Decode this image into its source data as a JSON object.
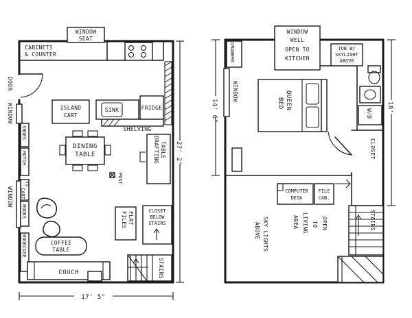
{
  "ground_floor": {
    "window_seat": [
      "WINDOW",
      "SEAT"
    ],
    "cabinets": [
      "CABINETS",
      "& COUNTER"
    ],
    "door": "DOOR",
    "window_left_upper": "WINDOW",
    "shoes": "SHOES",
    "hutch": "HUTCH",
    "tv_cart": [
      "TV",
      "CART"
    ],
    "books": "BOOKS",
    "window_left_lower": "WINDOW",
    "bookcase": "BOOKCASE",
    "island_cart": [
      "ISLAND",
      "CART"
    ],
    "sink": "SINK",
    "fridge": "FRIDGE",
    "shelving": "SHELVING",
    "dining_table": [
      "DINING",
      "TABLE"
    ],
    "drafting_table": [
      "DRAFTING",
      "TABLE"
    ],
    "post": "POST",
    "flat_files": [
      "FLAT",
      "FILES"
    ],
    "closet_below_stairs": [
      "CLOSET",
      "BELOW",
      "STAIRS"
    ],
    "coffee_table": [
      "COFFEE",
      "TABLE"
    ],
    "couch": "COUCH",
    "stairs": "STAIRS",
    "dim_height": "27' 2\"",
    "dim_width": "17' 5\""
  },
  "upper_floor": {
    "window_well": [
      "WINDOW",
      "WELL",
      "OPEN TO",
      "KITCHEN"
    ],
    "drawers": "DRAWERS",
    "tub": [
      "TUB W/",
      "SKYLIGHT",
      "ABOVE"
    ],
    "window": "WINDOW",
    "queen_bed": [
      "QUEEN",
      "BED"
    ],
    "wd": "W/D",
    "closet": "CLOSET",
    "computer_desk": [
      "COMPUTER",
      "DESK"
    ],
    "file_cab": [
      "FILE",
      "CAB."
    ],
    "sky_lights": [
      "SKY LIGHTS",
      "ABOVE"
    ],
    "open_area": [
      "OPEN",
      "TO",
      "LIVING",
      "AREA"
    ],
    "stairs": "STAIRS",
    "dim_left": "14' 6\"",
    "dim_right": "18'"
  }
}
